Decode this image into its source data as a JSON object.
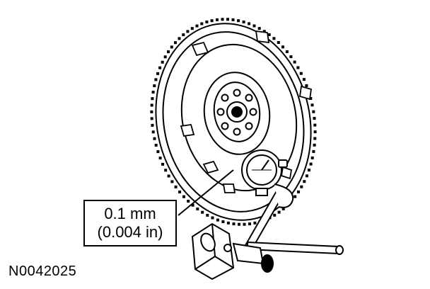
{
  "callout": {
    "line1": "0.1 mm",
    "line2": "(0.004 in)"
  },
  "figure_id": "N0042025",
  "colors": {
    "ink": "#000000",
    "paper": "#ffffff"
  }
}
